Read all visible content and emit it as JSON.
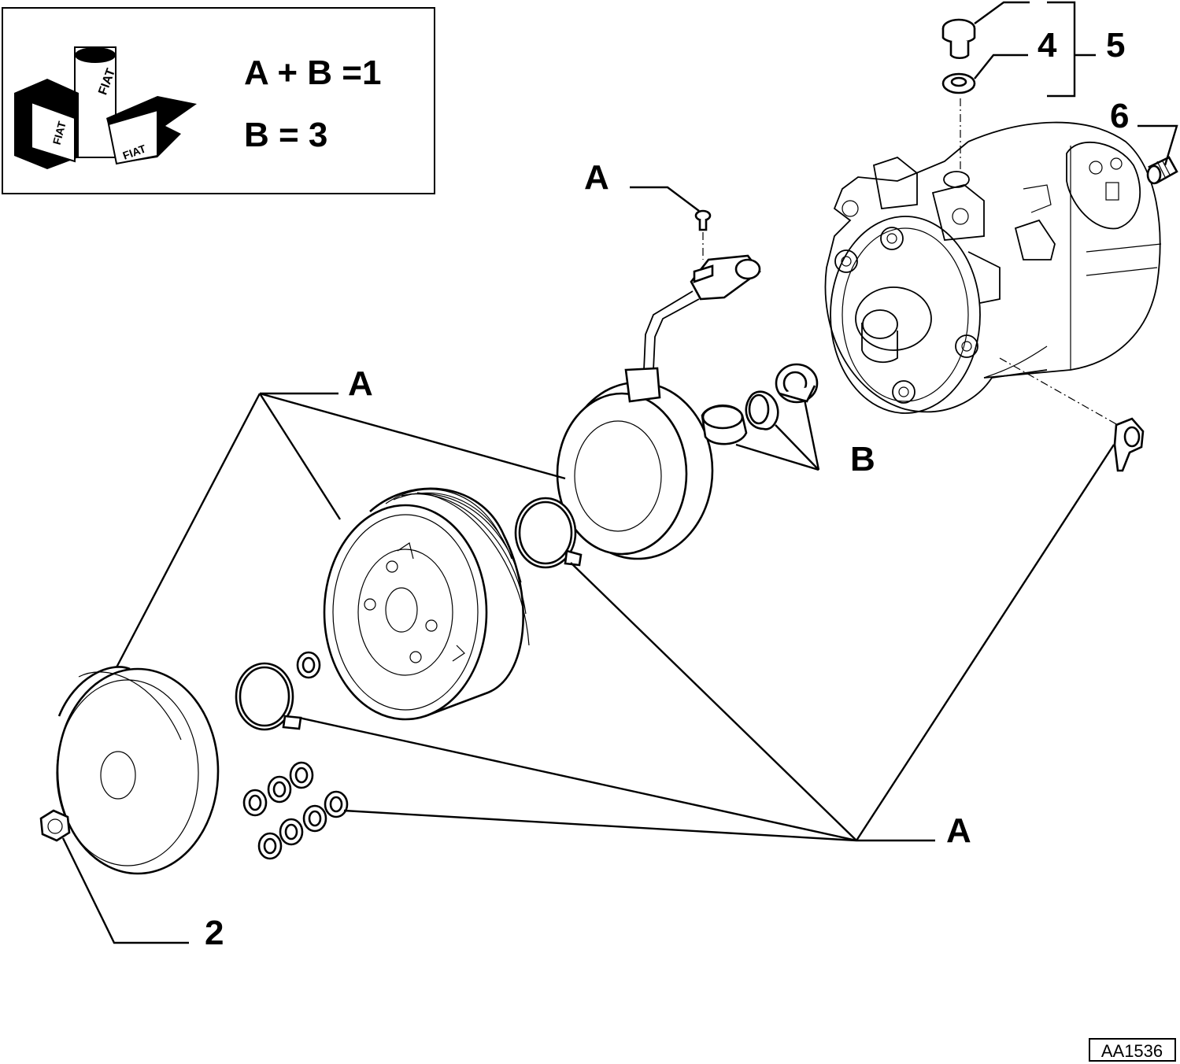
{
  "legend": {
    "brand_text": "FIAT",
    "formula_line1": "A + B =1",
    "formula_line2": "B = 3"
  },
  "callouts": {
    "a_sensor_screw": "A",
    "a_clutch_group": "A",
    "a_bottom_group": "A",
    "b_bearing_group": "B",
    "item_2": "2",
    "item_4": "4",
    "item_5": "5",
    "item_6": "6"
  },
  "drawing_code": "AA1536"
}
